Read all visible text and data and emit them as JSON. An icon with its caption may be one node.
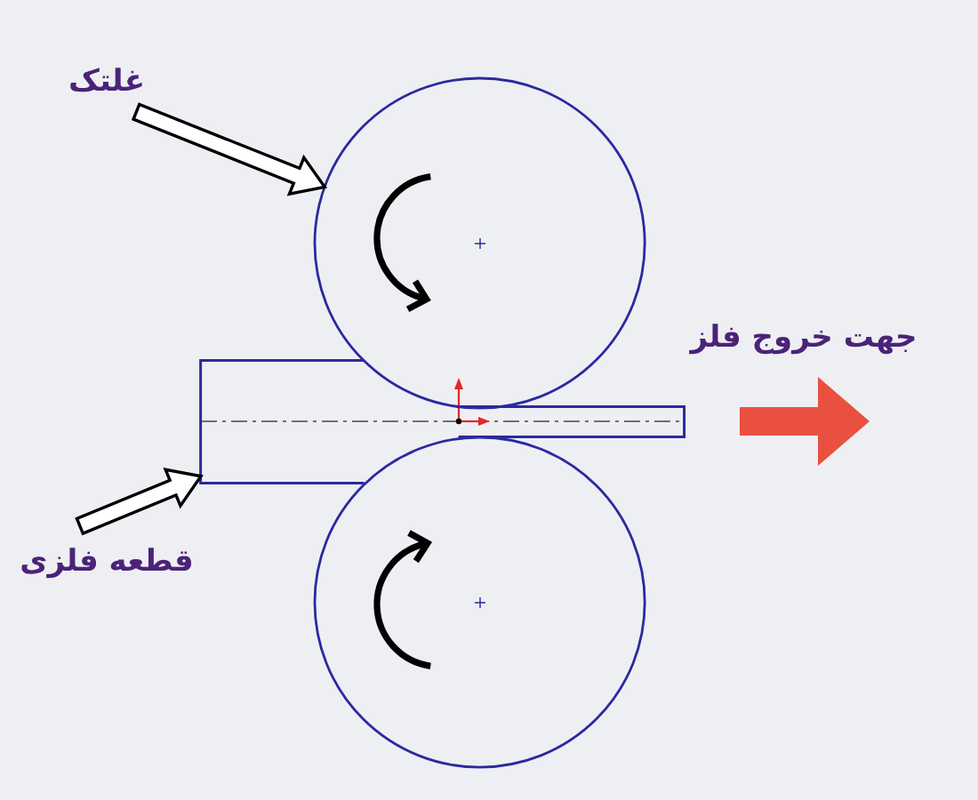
{
  "diagram": {
    "nodes": [
      {
        "text": [
          "غلتک"
        ]
      },
      {
        "text": [],
        "shape": "circle"
      },
      {
        "text": [],
        "shape": "box"
      },
      {
        "text": [],
        "shape": "circle"
      },
      {
        "text": [
          "قطعه فلزی"
        ]
      }
    ],
    "edges": [
      {
        "from": 0,
        "to": 1,
        "arrow": "to"
      },
      {
        "from": 4,
        "to": 2,
        "arrow": "to"
      }
    ],
    "labels": [
      "جهت خروج فلز"
    ]
  }
}
